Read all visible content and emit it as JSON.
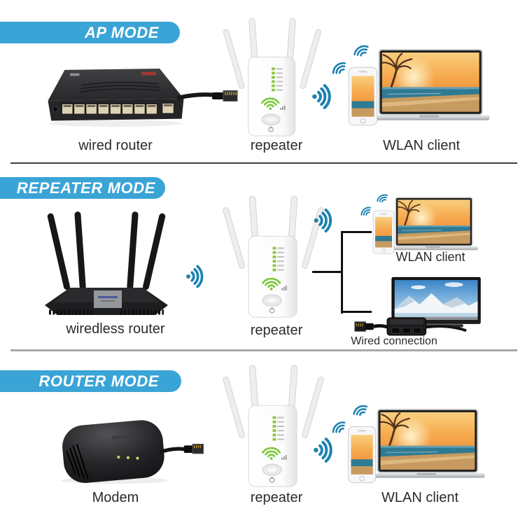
{
  "title": "WiFi repeater modes infographic",
  "colors": {
    "banner_blue": "#3aa4d6",
    "banner_text": "#ffffff",
    "wifi_signal_teal": "#1d82b2",
    "repeater_led_green": "#8cc63f",
    "repeater_wifi_green": "#7cc83b",
    "divider_dark": "#3f3f3f",
    "divider_gray": "#a9a9a9",
    "label_text": "#2b2b2b",
    "bracket_line": "#101010"
  },
  "icons": {
    "wifi_signal": "wifi-waves",
    "mini_wifi": "wifi-waves-small",
    "ethernet_plug": "rj45-plug",
    "connection_bracket": "split-line"
  },
  "sections": {
    "ap": {
      "banner_label": "AP MODE",
      "left_device_label": "wired router",
      "center_device_label": "repeater",
      "right_device_label": "WLAN client"
    },
    "repeater": {
      "banner_label": "REPEATER MODE",
      "left_device_label": "wiredless router",
      "center_device_label": "repeater",
      "wireless_client_label": "WLAN client",
      "wired_client_label": "Wired connection"
    },
    "router": {
      "banner_label": "ROUTER MODE",
      "left_device_label": "Modem",
      "center_device_label": "repeater",
      "right_device_label": "WLAN client"
    }
  }
}
